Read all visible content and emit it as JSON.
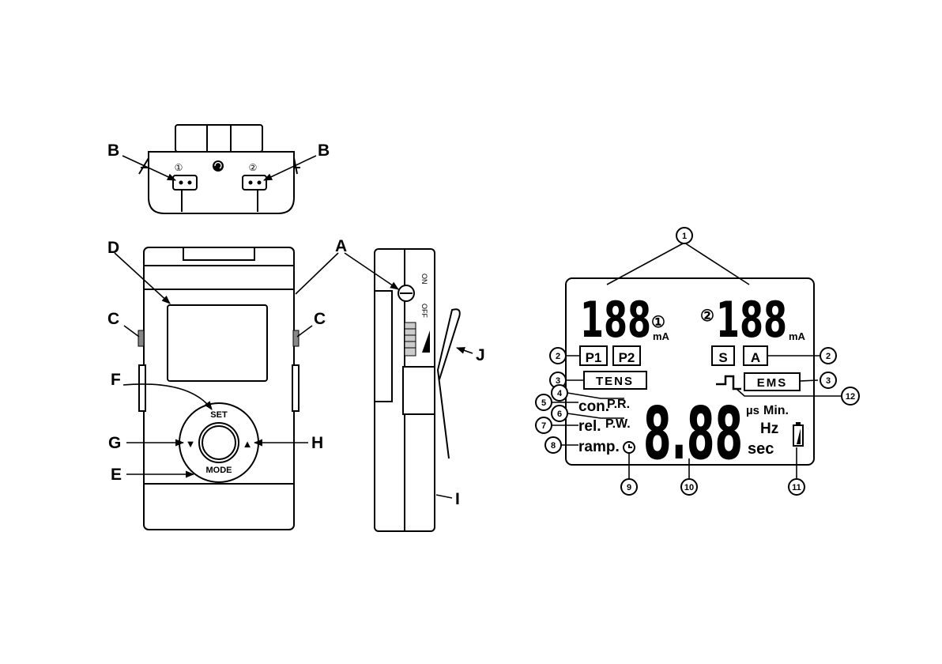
{
  "device_labels": {
    "A": "A",
    "B_left": "B",
    "B_right": "B",
    "C_left": "C",
    "C_right": "C",
    "D": "D",
    "E": "E",
    "F": "F",
    "G": "G",
    "H": "H",
    "I": "I",
    "J": "J"
  },
  "device_text": {
    "set": "SET",
    "mode": "MODE",
    "down_arrow": "▼",
    "up_arrow": "▲",
    "ch1": "①",
    "ch2": "②",
    "switch_on": "ON",
    "switch_off": "OFF"
  },
  "lcd": {
    "ch1_digits": "188",
    "ch1_marker": "①",
    "ch1_unit": "mA",
    "ch2_marker": "②",
    "ch2_digits": "188",
    "ch2_unit": "mA",
    "p1": "P1",
    "p2": "P2",
    "s": "S",
    "a": "A",
    "tens": "TENS",
    "ems": "EMS",
    "con": "con.",
    "pr": "P.R.",
    "rel": "rel.",
    "pw": "P.W.",
    "ramp": "ramp.",
    "main_digits": "8.88",
    "us": "µs",
    "min": "Min.",
    "hz": "Hz",
    "sec": "sec"
  },
  "callouts": {
    "c1": "1",
    "c2_left": "2",
    "c2_right": "2",
    "c3_left": "3",
    "c3_right": "3",
    "c4": "4",
    "c5": "5",
    "c6": "6",
    "c7": "7",
    "c8": "8",
    "c9": "9",
    "c10": "10",
    "c11": "11",
    "c12": "12"
  }
}
